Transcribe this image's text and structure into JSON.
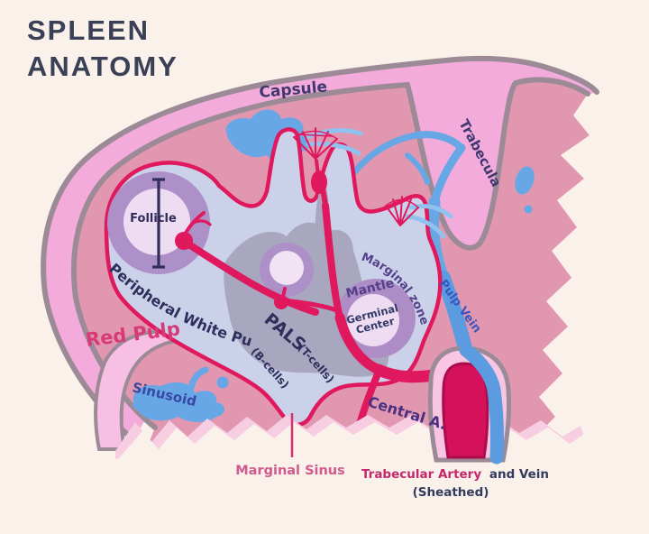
{
  "title": {
    "line1": "SPLEEN",
    "line2": "ANATOMY"
  },
  "diagram_labels": {
    "capsule": "Capsule",
    "trabecula": "Trabecula",
    "follicle": "Follicle",
    "peripheral_white_pulp": "Peripheral White Pulp",
    "peripheral_white_pulp_cells": "(B-cells)",
    "pals": "PALS",
    "pals_cells": "(T-cells)",
    "marginal_zone": "Marginal zone",
    "mantle": "Mantle",
    "germinal_center_line1": "Germinal",
    "germinal_center_line2": "Center",
    "red_pulp": "Red Pulp",
    "sinusoid": "Sinusoid",
    "pulp_vein": "Pulp Vein",
    "central_artery": "Central A."
  },
  "captions": {
    "marginal_sinus": "Marginal Sinus",
    "trabecular_artery": "Trabecular Artery",
    "and_vein": "and Vein",
    "sheathed": "(Sheathed)"
  },
  "palette": {
    "background_cream": "#faf1ea",
    "title_navy": "#3a4156",
    "capsule_pink": "#f3abdc",
    "border_gray": "#9c8b96",
    "red_pulp_rose": "#e297b0",
    "vein_blue": "#67a7e6",
    "white_pulp_lavender": "#cbd1e8",
    "pals_gray": "#a8a7bf",
    "follicle_ring_purple": "#ad90c8",
    "follicle_center_pale": "#eedcf3",
    "artery_crimson": "#e0185e",
    "trabecular_artery_fill": "#d6115c",
    "label_indigo": "#40386e",
    "label_navy": "#2e2f5c",
    "label_purple": "#55408c",
    "label_blue": "#3a55c0",
    "caption_rose": "#d05a8e"
  }
}
